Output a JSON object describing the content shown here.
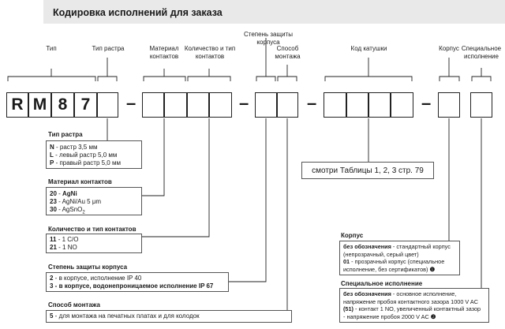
{
  "title": "Кодировка исполнений для заказа",
  "top_labels": {
    "protection": "Степень защиты корпуса",
    "type": "Тип",
    "raster": "Тип растра",
    "material_1": "Материал",
    "material_2": "контактов",
    "quantity_1": "Количество и тип",
    "quantity_2": "контактов",
    "mount_1": "Способ",
    "mount_2": "монтажа",
    "coil": "Код катушки",
    "housing": "Корпус",
    "special_1": "Специальное",
    "special_2": "исполнение"
  },
  "code_letters": [
    "R",
    "M",
    "8",
    "7"
  ],
  "dash": "–",
  "coil_reference": "смотри Таблицы 1, 2, 3  стр. 79",
  "raster": {
    "title": "Тип растра",
    "items": [
      {
        "code": "N",
        "sep": " - ",
        "text": "растр 3,5 мм"
      },
      {
        "code": "L",
        "sep": " - ",
        "text": "левый растр 5,0 мм"
      },
      {
        "code": "P",
        "sep": " - ",
        "text": "правый растр 5,0 мм"
      }
    ]
  },
  "material": {
    "title": "Материал контактов",
    "items": [
      {
        "code": "20",
        "sep": " - ",
        "text": "AgNi",
        "sub": ""
      },
      {
        "code": "23",
        "sep": " - ",
        "text": "AgNi/Au 5 μm",
        "sub": ""
      },
      {
        "code": "30",
        "sep": " - ",
        "text": "AgSnO",
        "sub": "2"
      }
    ]
  },
  "quantity": {
    "title": "Количество и тип контактов",
    "items": [
      {
        "code": "11",
        "sep": " - ",
        "text": "1 C/O"
      },
      {
        "code": "21",
        "sep": " - ",
        "text": "1 NO"
      }
    ]
  },
  "protection": {
    "title": "Степень защиты корпуса",
    "items": [
      {
        "code": "2",
        "sep": " - ",
        "text": "в корпусе, исполнение IP 40"
      },
      {
        "code": "3",
        "sep": " - ",
        "text": "в корпусе, водонепроницаемое исполнение IP 67"
      }
    ]
  },
  "mounting": {
    "title": "Способ монтажа",
    "items": [
      {
        "code": "5",
        "sep": " - ",
        "text": "для монтажа на печатных платах и для колодок"
      }
    ]
  },
  "housing": {
    "title": "Корпус",
    "item1_code": "без обозначения",
    "item1_text_a": " - стандартный корпус",
    "item1_text_b": "(непрозрачный, серый цвет)",
    "item2_code": "01",
    "item2_text_a": " - прозрачный корпус (специальное",
    "item2_text_b": "исполнение, без сертификатов) ",
    "item2_note": "❶"
  },
  "special": {
    "title": "Специальное исполнение",
    "item1_code": "без обозначения",
    "item1_text_a": " - основное исполнение,",
    "item1_text_b": "напряжение пробоя контактного зазора 1000 V AC",
    "item2_code": "(51)",
    "item2_text_a": " - контакт 1 NO, увеличенный контактный зазор",
    "item2_text_b": " - напряжение пробоя 2000 V AC ",
    "item2_note": "❷"
  },
  "colors": {
    "header_bg": "#e9e9e9",
    "line": "#222222"
  }
}
